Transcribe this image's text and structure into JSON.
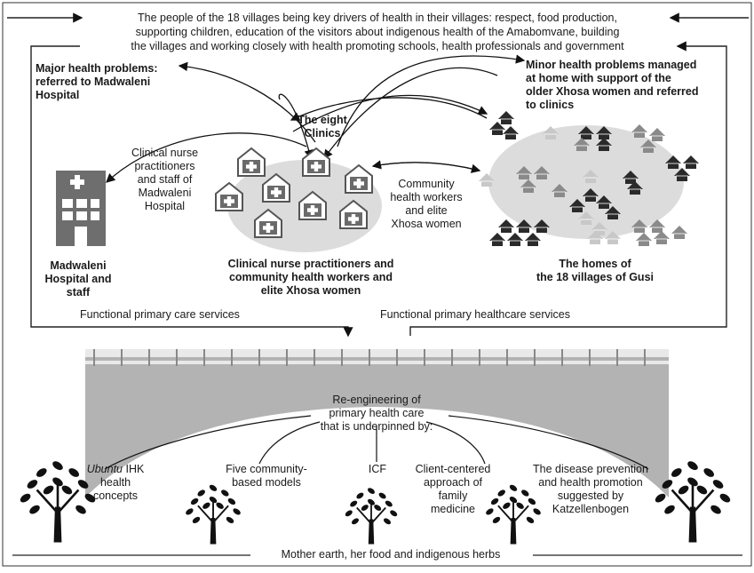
{
  "top_banner": "The people of the 18 villages being key drivers of health in their villages: respect, food production,\nsupporting children, education of the visitors about indigenous health of the Amabomvane, building\nthe villages and working closely with health promoting schools, health professionals and government",
  "major_problems": "Major health problems:\nreferred to Madwaleni\nHospital",
  "minor_problems": "Minor health problems managed\nat home with support of the\nolder Xhosa women and referred\nto clinics",
  "eight_clinics": "The eight\nClinics",
  "clinical_nurse_left": "Clinical nurse\npractitioners\nand staff of\nMadwaleni\nHospital",
  "community_workers": "Community\nhealth workers\nand elite\nXhosa women",
  "hospital_label": "Madwaleni\nHospital and\nstaff",
  "clinics_label": "Clinical nurse practitioners and\ncommunity health workers and\nelite Xhosa women",
  "homes_label": "The homes of\nthe 18 villages of Gusi",
  "functional_left": "Functional primary care services",
  "functional_right": "Functional primary healthcare services",
  "reengineering": "Re-engineering of\nprimary health care\nthat is underpinned by:",
  "ubuntu_italic": "Ubuntu",
  "ubuntu_rest": " IHK\nhealth\nconcepts",
  "five_models": "Five community-\nbased models",
  "icf": "ICF",
  "client_centered": "Client-centered\napproach of\nfamily\nmedicine",
  "disease_prevention": "The disease prevention\nand health promotion\nsuggested by\nKatzellenbogen",
  "mother_earth": "Mother earth, her food and indigenous herbs",
  "colors": {
    "ellipse": "#dcdcdc",
    "bridge": "#b3b3b3",
    "dark": "#2a2a2a",
    "mid": "#8a8a8a",
    "light": "#c8c8c8",
    "hospital": "#6e6e6e"
  }
}
